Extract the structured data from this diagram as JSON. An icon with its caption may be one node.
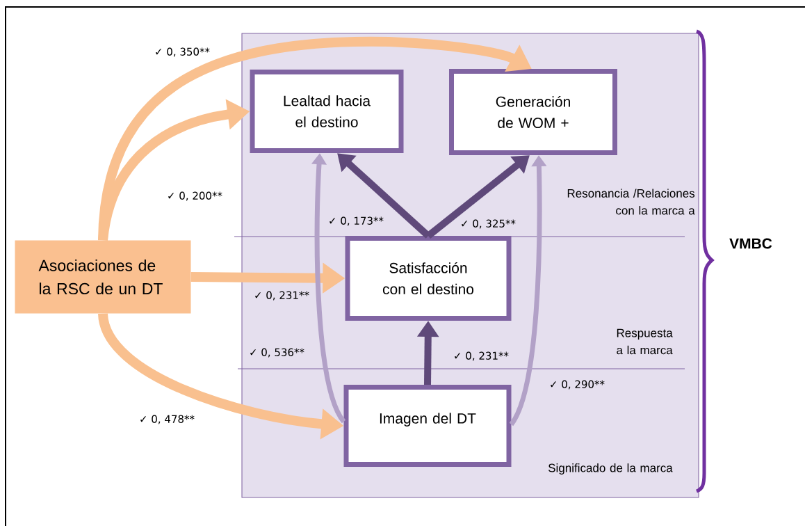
{
  "diagram": {
    "nodes": [
      {
        "text": [
          "Resonancia /Relaciones con la marca a"
        ]
      },
      {
        "text": [
          "Lealtad hacia el destino"
        ],
        "in": 0
      },
      {
        "text": [
          "Generación de WOM +"
        ],
        "in": 0
      },
      {
        "text": [
          "Respuesta a la marca"
        ]
      },
      {
        "text": [
          "Satisfacción con el destino"
        ],
        "in": 3
      },
      {
        "text": [
          "Significado de la marca"
        ]
      },
      {
        "text": [
          "Imagen del DT"
        ],
        "in": 5
      },
      {
        "text": [
          "Asociaciones de la RSC de un DT"
        ]
      }
    ],
    "edges": [
      {
        "from": 7,
        "to": 2,
        "arrow": "to",
        "label": "✓ 0, 350**",
        "color": "#f9c08f"
      },
      {
        "from": 7,
        "to": 1,
        "arrow": "to",
        "label": "✓ 0, 200**",
        "color": "#f9c08f"
      },
      {
        "from": 7,
        "to": 4,
        "arrow": "to",
        "label": "✓ 0, 231**",
        "color": "#f9c08f"
      },
      {
        "from": 7,
        "to": 6,
        "arrow": "to",
        "label": "✓ 0, 478**",
        "color": "#f9c08f"
      },
      {
        "from": 4,
        "to": 1,
        "arrow": "to",
        "label": "✓ 0, 173**",
        "color": "#5f497a"
      },
      {
        "from": 4,
        "to": 2,
        "arrow": "to",
        "label": "✓ 0, 325**",
        "color": "#5f497a"
      },
      {
        "from": 6,
        "to": 4,
        "arrow": "to",
        "label": "✓ 0, 231**",
        "color": "#5f497a"
      },
      {
        "from": 6,
        "to": 1,
        "arrow": "to",
        "label": "✓ 0, 536**",
        "color": "#b2a1c7"
      },
      {
        "from": 6,
        "to": 2,
        "arrow": "to",
        "label": "✓ 0, 290**",
        "color": "#b2a1c7"
      }
    ],
    "labels": [
      "VMBC"
    ]
  }
}
